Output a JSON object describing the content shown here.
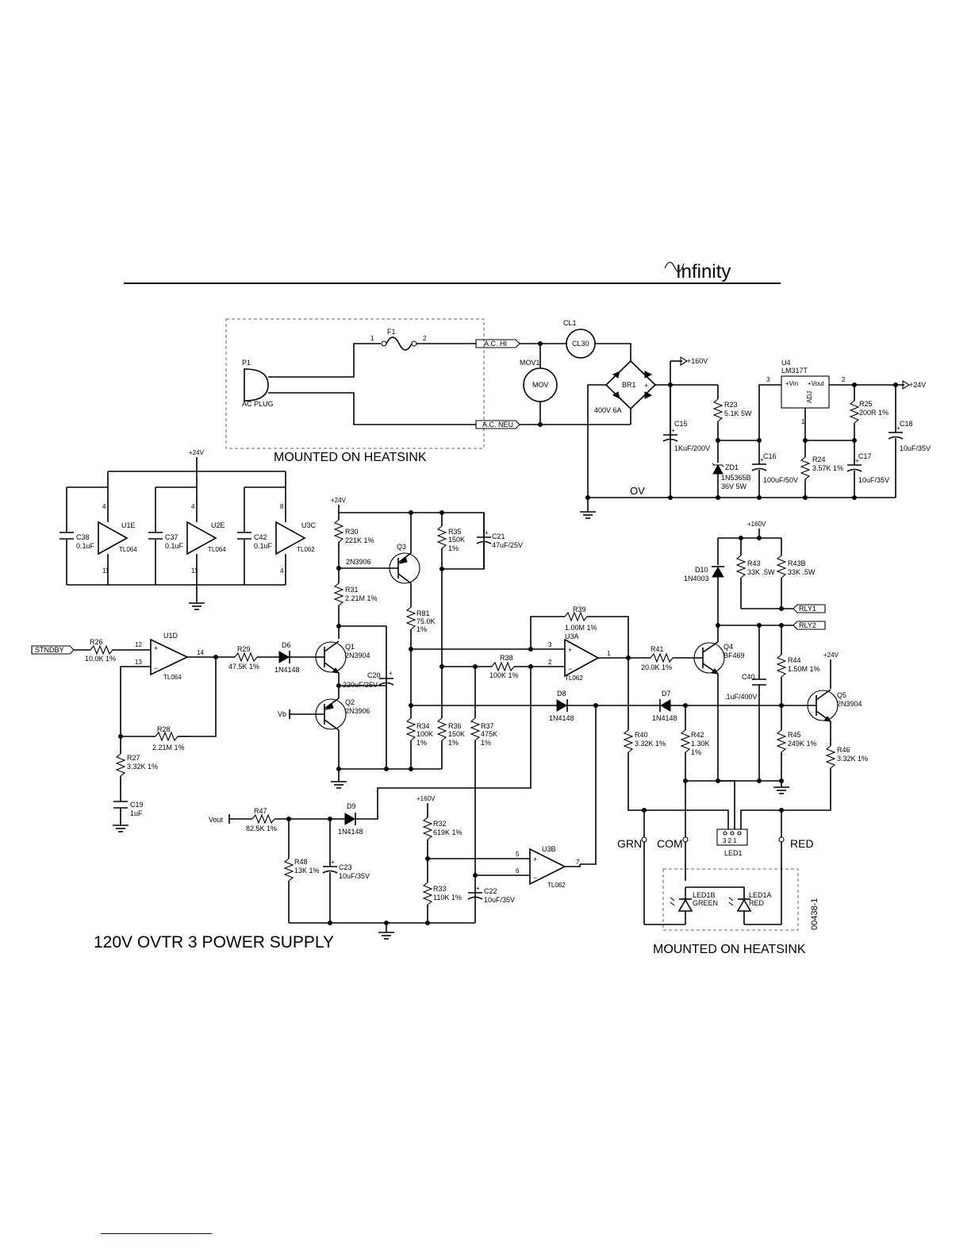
{
  "brand": {
    "logo_text": "Infinity"
  },
  "title": "120V OVTR 3 POWER SUPPLY",
  "notes": {
    "heatsink_top": "MOUNTED ON HEATSINK",
    "heatsink_bottom": "MOUNTED ON HEATSINK",
    "drawing_no": "00438-1"
  },
  "nets": {
    "ac_hi": "A.C. HI",
    "ac_neu": "A.C. NEU",
    "p160": "+160V",
    "p24": "+24V",
    "ov": "OV",
    "stndby": "STNDBY",
    "vb": "Vb",
    "vout": "Vout",
    "rly1": "RLY1",
    "rly2": "RLY2",
    "grn": "GRN",
    "com": "COM",
    "red": "RED"
  },
  "components": {
    "P1": {
      "ref": "P1",
      "value": "AC PLUG"
    },
    "F1": {
      "ref": "F1",
      "pin1": "1",
      "pin2": "2"
    },
    "CL1": {
      "ref": "CL1",
      "value": "CL30"
    },
    "MOV1": {
      "ref": "MOV1",
      "value": "MOV"
    },
    "BR1": {
      "ref": "BR1",
      "value": "400V 6A"
    },
    "C15": {
      "ref": "C15",
      "value": "1KuF/200V"
    },
    "R23": {
      "ref": "R23",
      "value": "5.1K 5W"
    },
    "ZD1": {
      "ref": "ZD1",
      "value": "1N5365B",
      "value2": "36V 5W"
    },
    "C16": {
      "ref": "C16",
      "value": "100uF/50V"
    },
    "U4": {
      "ref": "U4",
      "value": "LM317T",
      "vin": "+Vin",
      "vout": "+Vout",
      "adj": "ADJ",
      "pin3": "3",
      "pin2": "2",
      "pin1": "1"
    },
    "R24": {
      "ref": "R24",
      "value": "3.57K 1%"
    },
    "R25": {
      "ref": "R25",
      "value": "200R 1%"
    },
    "C17": {
      "ref": "C17",
      "value": "10uF/35V"
    },
    "C18": {
      "ref": "C18",
      "value": "10uF/35V"
    },
    "C38": {
      "ref": "C38",
      "value": "0.1uF"
    },
    "C37": {
      "ref": "C37",
      "value": "0.1uF"
    },
    "C42": {
      "ref": "C42",
      "value": "0.1uF"
    },
    "U1E": {
      "ref": "U1E",
      "value": "TL064",
      "pin_top": "4",
      "pin_bot": "11"
    },
    "U2E": {
      "ref": "U2E",
      "value": "TL064",
      "pin_top": "4",
      "pin_bot": "11"
    },
    "U3C": {
      "ref": "U3C",
      "value": "TL062",
      "pin_top": "8",
      "pin_bot": "4"
    },
    "R26": {
      "ref": "R26",
      "value": "10.0K 1%"
    },
    "U1D": {
      "ref": "U1D",
      "value": "TL064",
      "pin_p": "12",
      "pin_n": "13",
      "pin_o": "14"
    },
    "R28": {
      "ref": "R28",
      "value": "2.21M 1%"
    },
    "R27": {
      "ref": "R27",
      "value": "3.32K 1%"
    },
    "C19": {
      "ref": "C19",
      "value": "1uF"
    },
    "R29": {
      "ref": "R29",
      "value": "47.5K 1%"
    },
    "D6": {
      "ref": "D6",
      "value": "1N4148"
    },
    "R30": {
      "ref": "R30",
      "value": "221K 1%"
    },
    "R31": {
      "ref": "R31",
      "value": "2.21M 1%"
    },
    "Q1": {
      "ref": "Q1",
      "value": "2N3904"
    },
    "Q2": {
      "ref": "Q2",
      "value": "2N3906"
    },
    "C20": {
      "ref": "C20",
      "value": "220uF/25V"
    },
    "Q3": {
      "ref": "Q3",
      "value": "2N3906"
    },
    "R81": {
      "ref": "R81",
      "value": "75.0K",
      "value2": "1%"
    },
    "R35": {
      "ref": "R35",
      "value": "150K",
      "value2": "1%"
    },
    "C21": {
      "ref": "C21",
      "value": "47uF/25V"
    },
    "R34": {
      "ref": "R34",
      "value": "100K",
      "value2": "1%"
    },
    "R36": {
      "ref": "R36",
      "value": "150K",
      "value2": "1%"
    },
    "R37": {
      "ref": "R37",
      "value": "475K",
      "value2": "1%"
    },
    "R38": {
      "ref": "R38",
      "value": "100K 1%"
    },
    "R39": {
      "ref": "R39",
      "value": "1.00M 1%"
    },
    "U3A": {
      "ref": "U3A",
      "value": "TL062",
      "pin_p": "3",
      "pin_n": "2",
      "pin_o": "1"
    },
    "D8": {
      "ref": "D8",
      "value": "1N4148"
    },
    "R40": {
      "ref": "R40",
      "value": "3.32K 1%"
    },
    "R41": {
      "ref": "R41",
      "value": "20.0K 1%"
    },
    "D7": {
      "ref": "D7",
      "value": "1N4148"
    },
    "R42": {
      "ref": "R42",
      "value": "1.30K",
      "value2": "1%"
    },
    "Q4": {
      "ref": "Q4",
      "value": "BF469"
    },
    "C40": {
      "ref": "C40",
      "value": ".1uF/400V"
    },
    "D10": {
      "ref": "D10",
      "value": "1N4003"
    },
    "R43": {
      "ref": "R43",
      "value": "33K .5W"
    },
    "R43B": {
      "ref": "R43B",
      "value": "33K .5W"
    },
    "R44": {
      "ref": "R44",
      "value": "1.50M 1%"
    },
    "R45": {
      "ref": "R45",
      "value": "249K 1%"
    },
    "Q5": {
      "ref": "Q5",
      "value": "2N3904"
    },
    "R46": {
      "ref": "R46",
      "value": "3.32K 1%"
    },
    "R47": {
      "ref": "R47",
      "value": "82.5K 1%"
    },
    "D9": {
      "ref": "D9",
      "value": "1N4148"
    },
    "R48": {
      "ref": "R48",
      "value": "13K 1%"
    },
    "C23": {
      "ref": "C23",
      "value": "10uF/35V"
    },
    "R32": {
      "ref": "R32",
      "value": "619K 1%"
    },
    "R33": {
      "ref": "R33",
      "value": "110K 1%"
    },
    "C22": {
      "ref": "C22",
      "value": "10uF/35V"
    },
    "U3B": {
      "ref": "U3B",
      "value": "TL062",
      "pin_p": "5",
      "pin_n": "6",
      "pin_o": "7"
    },
    "LED1": {
      "ref": "LED1",
      "pins": "3 2 1"
    },
    "LED1B": {
      "ref": "LED1B",
      "value": "GREEN"
    },
    "LED1A": {
      "ref": "LED1A",
      "value": "RED"
    }
  }
}
